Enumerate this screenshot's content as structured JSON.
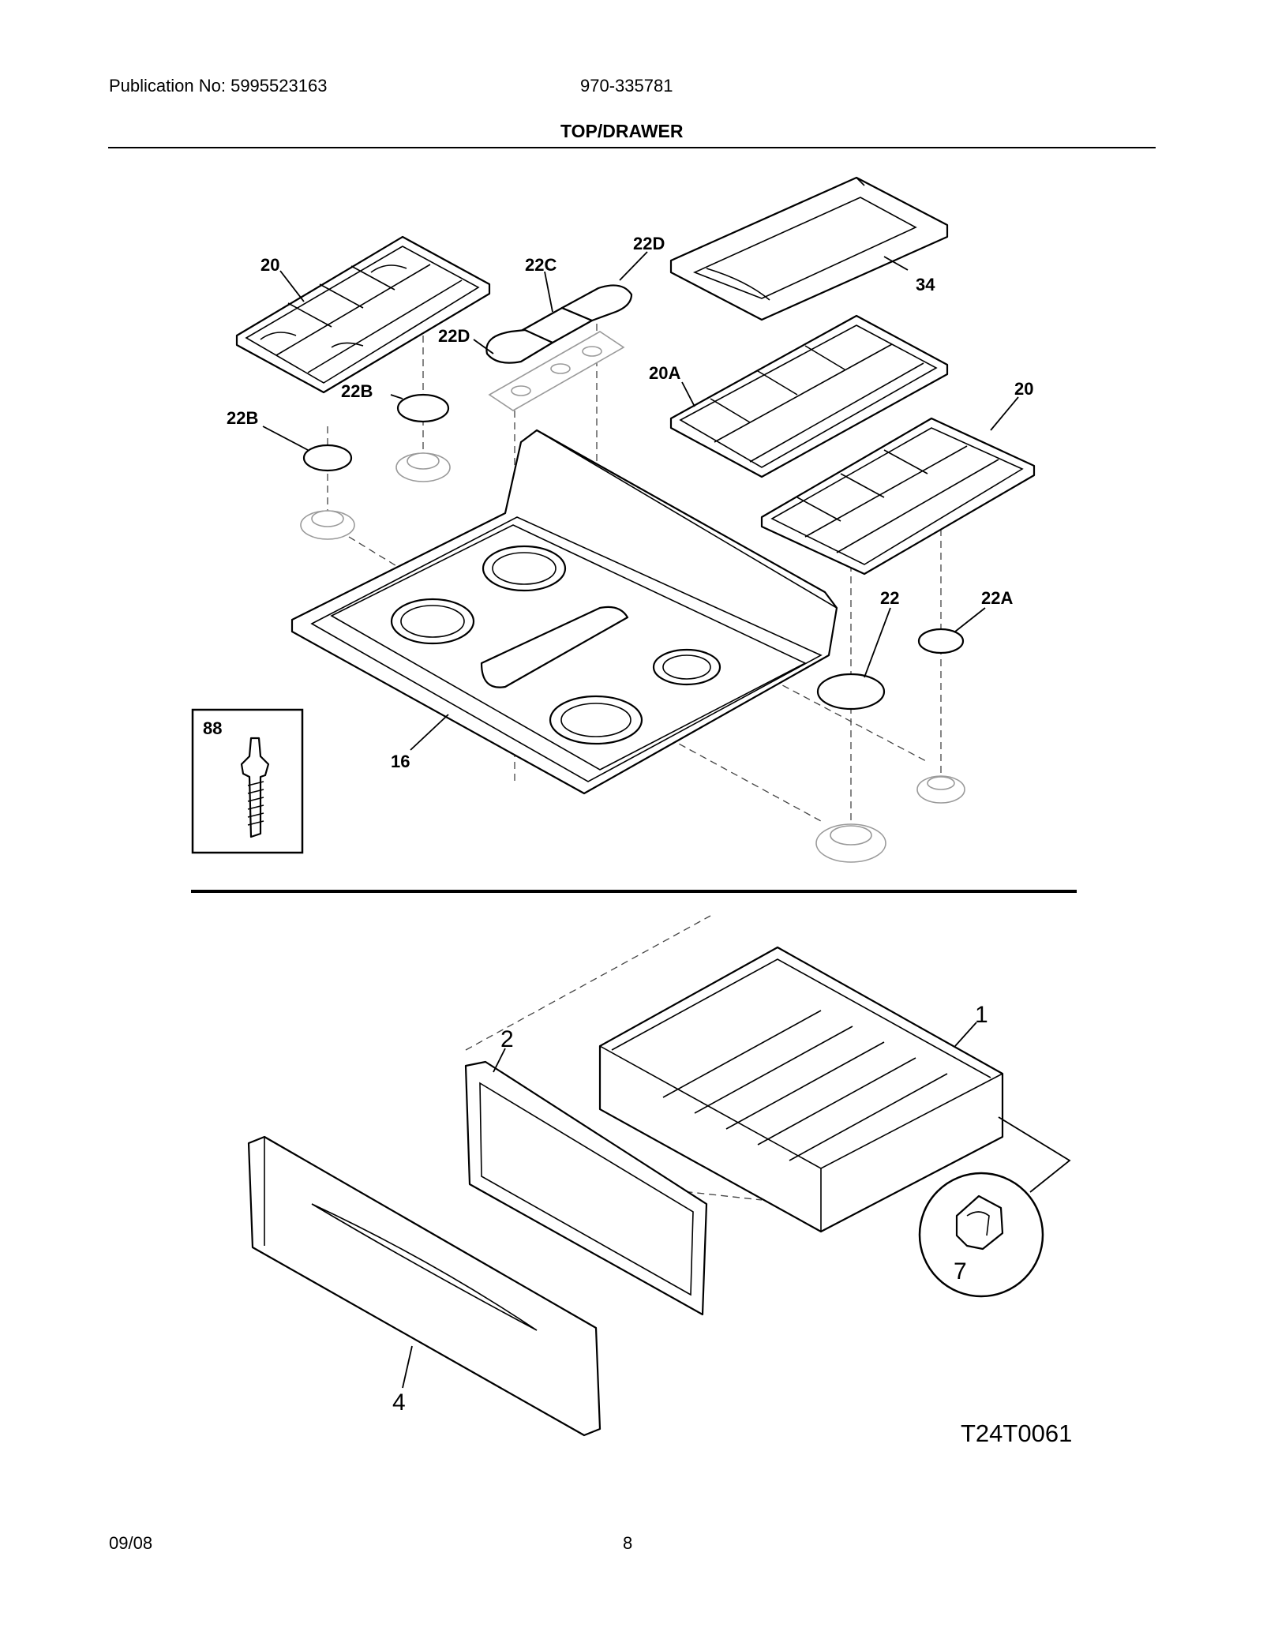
{
  "header": {
    "publication": "Publication No: 5995523163",
    "model": "970-335781",
    "section_title": "TOP/DRAWER"
  },
  "callouts": {
    "grate_left": "20",
    "grate_right": "20",
    "grate_center": "20A",
    "griddle": "34",
    "cap_left_rear": "22B",
    "cap_left_front": "22B",
    "cap_center": "22C",
    "cap_oval_top": "22D",
    "cap_oval_left": "22D",
    "cap_large": "22",
    "cap_small": "22A",
    "cooktop": "16",
    "screw": "88",
    "drawer_body": "1",
    "drawer_frame": "2",
    "drawer_front": "4",
    "drawer_clip": "7"
  },
  "diagram_code": "T24T0061",
  "footer": {
    "date": "09/08",
    "page": "8"
  }
}
